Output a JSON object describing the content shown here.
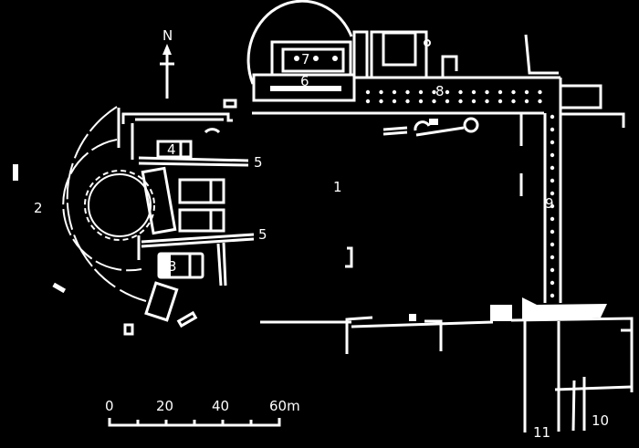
{
  "title": "Site plan",
  "north": {
    "label": "N"
  },
  "labels": {
    "l1": "1",
    "l2": "2",
    "l3": "3",
    "l4": "4",
    "l5a": "5",
    "l5b": "5",
    "l6": "6",
    "l7": "7",
    "l8": "8",
    "l9": "9",
    "l10": "10",
    "l11": "11"
  },
  "scale": {
    "t0": "0",
    "t20": "20",
    "t40": "40",
    "t60": "60m"
  },
  "colors": {
    "background": "#000000",
    "lines": "#ffffff"
  }
}
